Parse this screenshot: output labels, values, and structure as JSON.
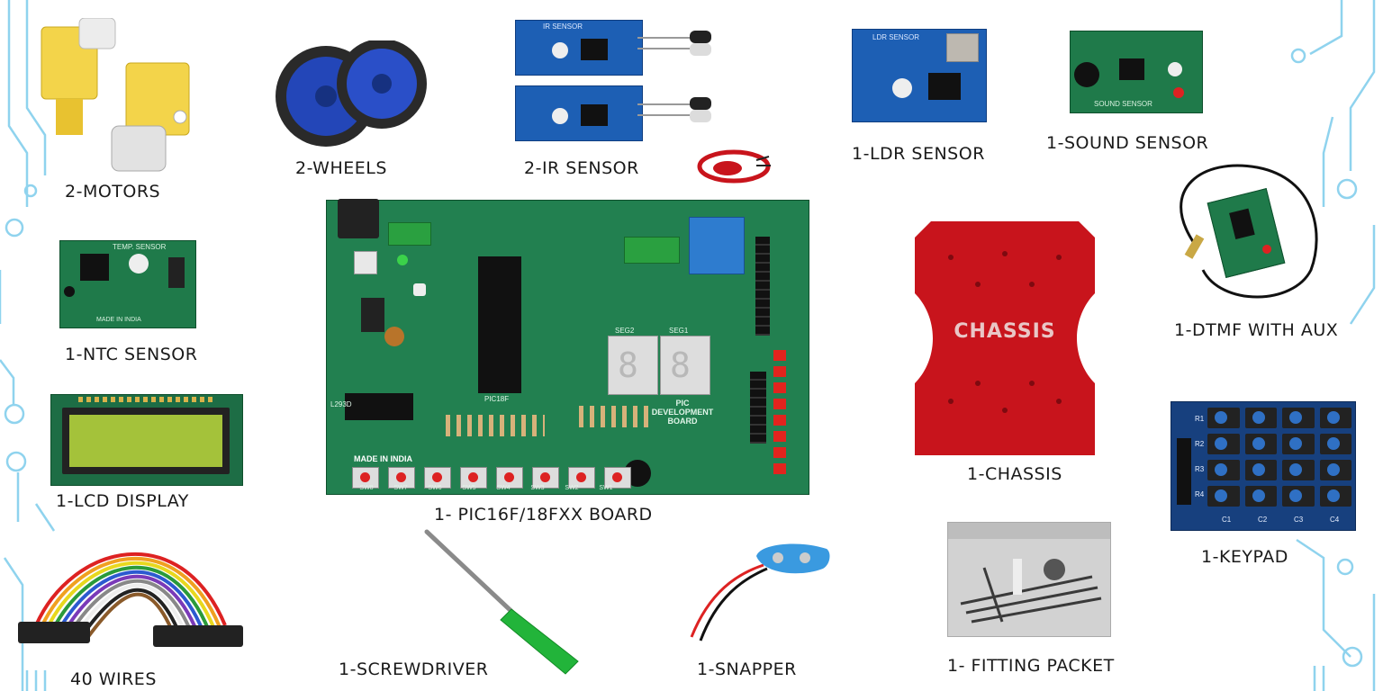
{
  "components": [
    {
      "id": "motors",
      "label": "2-MOTORS"
    },
    {
      "id": "wheels",
      "label": "2-WHEELS"
    },
    {
      "id": "ir",
      "label": "2-IR SENSOR"
    },
    {
      "id": "ldr",
      "label": "1-LDR SENSOR"
    },
    {
      "id": "sound",
      "label": "1-SOUND SENSOR"
    },
    {
      "id": "ntc",
      "label": "1-NTC SENSOR"
    },
    {
      "id": "board",
      "label": "1- PIC16F/18FXX BOARD"
    },
    {
      "id": "chassis",
      "label": "1-CHASSIS"
    },
    {
      "id": "dtmf",
      "label": "1-DTMF WITH AUX"
    },
    {
      "id": "lcd",
      "label": "1-LCD DISPLAY"
    },
    {
      "id": "keypad",
      "label": "1-KEYPAD"
    },
    {
      "id": "wires",
      "label": "40 WIRES"
    },
    {
      "id": "screwdriver",
      "label": "1-SCREWDRIVER"
    },
    {
      "id": "snapper",
      "label": "1-SNAPPER"
    },
    {
      "id": "fitting",
      "label": "1- FITTING PACKET"
    }
  ],
  "board_text": {
    "made_in_india": "MADE IN INDIA",
    "title": "PIC DEVELOPMENT BOARD",
    "chip": "PIC18F",
    "ic": "L293D",
    "seg1": "SEG1",
    "seg2": "SEG2",
    "switches": [
      "SW8",
      "SW7",
      "SW6",
      "SW5",
      "SW4",
      "SW3",
      "SW2",
      "SW1"
    ]
  },
  "sensor_text": {
    "ir": "IR SENSOR",
    "ldr": "LDR SENSOR",
    "sound": "SOUND SENSOR",
    "temp": "TEMP. SENSOR",
    "made_in_india": "MADE IN INDIA"
  },
  "chassis_text": "CHASSIS",
  "keypad_rows": [
    "R1",
    "R2",
    "R3",
    "R4"
  ],
  "keypad_cols": [
    "C1",
    "C2",
    "C3",
    "C4"
  ],
  "colors": {
    "circuit_line": "#8fd3ee",
    "pcb_green": "#1f7a4a",
    "pcb_blue": "#1d5fb4",
    "chassis_red": "#c8141c",
    "wheel_blue": "#2346b8",
    "motor_yellow": "#f3d44a"
  }
}
